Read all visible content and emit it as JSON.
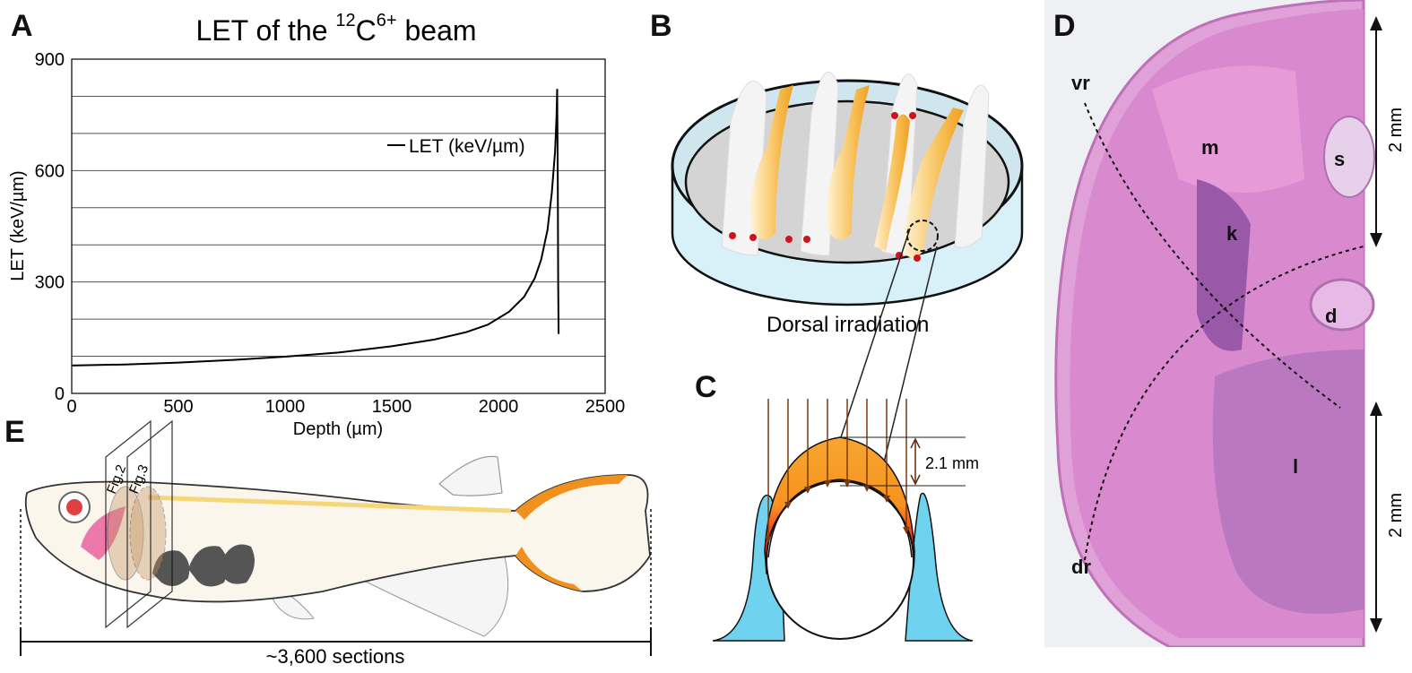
{
  "panels": {
    "a": "A",
    "b": "B",
    "c": "C",
    "d": "D",
    "e": "E"
  },
  "chart_data": {
    "type": "line",
    "title_prefix": "LET of the ",
    "title_sup_mass": "12",
    "title_element": "C",
    "title_sup_charge": "6+",
    "title_suffix": " beam",
    "xlabel": "Depth (µm)",
    "ylabel": "LET (keV/µm)",
    "xlim": [
      0,
      2500
    ],
    "ylim": [
      0,
      900
    ],
    "x_ticks": [
      "0",
      "500",
      "1000",
      "1500",
      "2000",
      "2500"
    ],
    "y_ticks": [
      "0",
      "300",
      "600",
      "900"
    ],
    "y_gridlines": [
      100,
      200,
      300,
      400,
      500,
      600,
      700,
      800,
      900
    ],
    "grid": "horizontal",
    "legend_position": "upper-right",
    "series": [
      {
        "name": "LET (keV/µm)",
        "color": "#000000",
        "x": [
          0,
          250,
          500,
          750,
          1000,
          1250,
          1500,
          1700,
          1850,
          1950,
          2050,
          2120,
          2170,
          2200,
          2230,
          2250,
          2265,
          2272,
          2275,
          2278,
          2280,
          2282
        ],
        "y": [
          75,
          78,
          83,
          90,
          99,
          110,
          127,
          145,
          165,
          185,
          220,
          260,
          310,
          360,
          440,
          540,
          650,
          740,
          820,
          560,
          300,
          160
        ]
      }
    ]
  },
  "panel_b": {
    "caption": "Dorsal irradiation"
  },
  "panel_c": {
    "thickness_label": "2.1 mm"
  },
  "panel_d": {
    "labels": {
      "vr": "vr",
      "dr": "dr",
      "m": "m",
      "s": "s",
      "k": "k",
      "d": "d",
      "l": "l"
    },
    "scale_top": "2 mm",
    "scale_bottom": "2 mm"
  },
  "panel_e": {
    "fig2": "Fig.2",
    "fig3": "Fig.3",
    "sections_label": "~3,600 sections"
  },
  "colors": {
    "orange": "#f5a623",
    "red": "#e8202a",
    "cyan": "#6fd3ef",
    "tissue_pink": "#d97fc4",
    "tissue_purple": "#9a58a8",
    "dish_blue": "#cfe6ef"
  }
}
